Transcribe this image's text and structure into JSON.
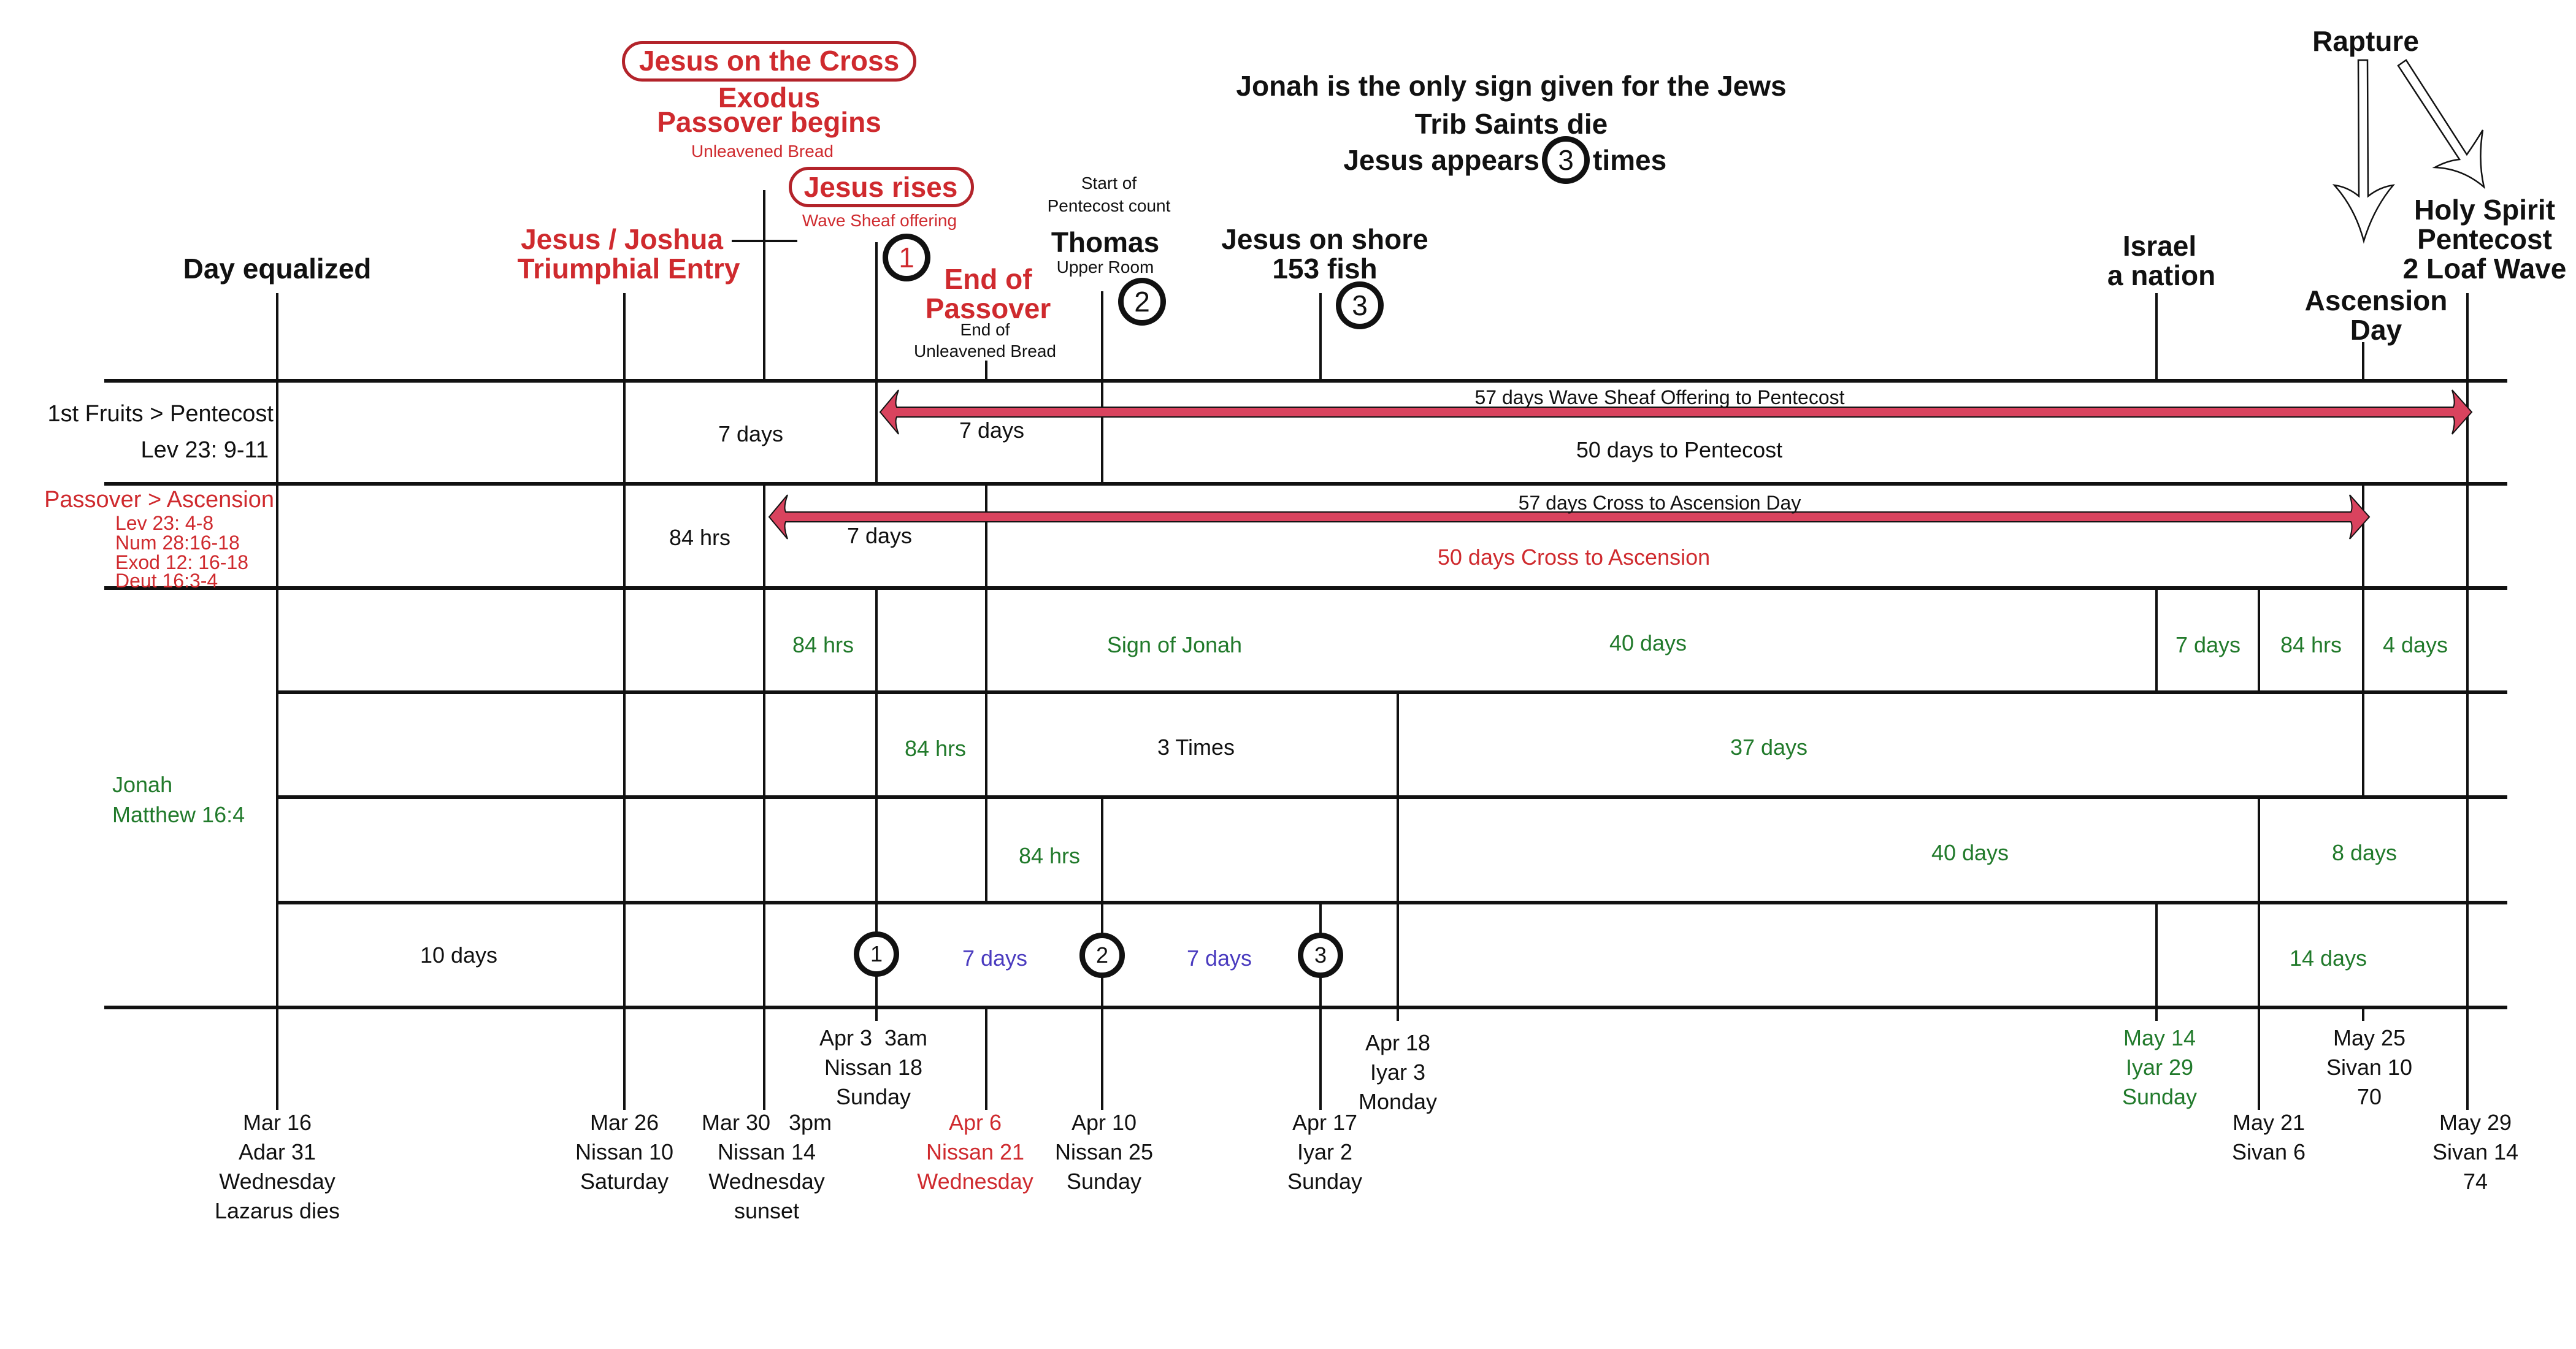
{
  "colors": {
    "red": "#cf2a2e",
    "green": "#217a2b",
    "purple": "#4a3bbf",
    "arrow_fill": "#d9435e",
    "line": "#111111"
  },
  "header": {
    "day_equalized": "Day equalized",
    "triumphal_line1": "Jesus  / Joshua",
    "triumphal_line2": "Triumphial Entry",
    "cross_pill": "Jesus on the Cross",
    "exodus": "Exodus",
    "passover_begins": "Passover begins",
    "unleavened_bread": "Unleavened Bread",
    "rises_pill": "Jesus rises",
    "wave_sheaf": "Wave Sheaf offering",
    "appearance1_number": "1",
    "end_of_passover_line1": "End of",
    "end_of_passover_line2": "Passover",
    "end_of_ub_line1": "End of",
    "end_of_ub_line2": "Unleavened Bread",
    "start_of": "Start of",
    "pentecost_count": "Pentecost count",
    "thomas": "Thomas",
    "upper_room": "Upper Room",
    "appearance2_number": "2",
    "jonah_sign": "Jonah is the only sign given for the Jews",
    "trib_saints": "Trib Saints die",
    "jesus_appears": "Jesus appears",
    "appears_number": "3",
    "times": "times",
    "shore_line1": "Jesus on shore",
    "shore_line2": "153 fish",
    "appearance3_number": "3",
    "israel_line1": "Israel",
    "israel_line2": "a nation",
    "rapture": "Rapture",
    "ascension_line1": "Ascension",
    "ascension_line2": "Day",
    "holy_spirit": "Holy Spirit",
    "pentecost": "Pentecost",
    "two_loaf": "2 Loaf Wave"
  },
  "rows": {
    "firstfruits": {
      "title": "1st Fruits > Pentecost",
      "ref": "Lev 23: 9-11",
      "cells": {
        "seven_days_a": "7 days",
        "seven_days_b": "7 days",
        "arrow_label": "57 days Wave Sheaf Offering to Pentecost",
        "fifty_days": "50 days to Pentecost"
      }
    },
    "passover": {
      "title": "Passover > Ascension",
      "refs": [
        "Lev 23: 4-8",
        "Num 28:16-18",
        "Exod 12: 16-18",
        "Deut 16:3-4"
      ],
      "cells": {
        "hrs": "84 hrs",
        "seven_days": "7 days",
        "arrow_label": "57 days Cross to Ascension Day",
        "fifty_days": "50 days Cross to Ascension"
      }
    },
    "jonah": {
      "title": "Jonah",
      "ref": "Matthew 16:4",
      "row3": [
        "84 hrs",
        "Sign of Jonah",
        "40 days",
        "7 days",
        "84 hrs",
        "4 days"
      ],
      "row4": [
        "84 hrs",
        "3 Times",
        "37  days"
      ],
      "row5": [
        "84 hrs",
        "40 days",
        "8 days"
      ],
      "row6": {
        "ten_days": "10 days",
        "circle1": "1",
        "seven_a": "7 days",
        "circle2": "2",
        "seven_b": "7 days",
        "circle3": "3",
        "fourteen": "14 days"
      }
    }
  },
  "dates": {
    "mar16": [
      "Mar 16",
      "Adar 31",
      "Wednesday",
      "Lazarus dies"
    ],
    "mar26": [
      "Mar 26",
      "Nissan 10",
      "Saturday"
    ],
    "mar30": [
      "Mar 30   3pm",
      "Nissan 14",
      "Wednesday",
      "sunset"
    ],
    "apr3": [
      "Apr 3  3am",
      "Nissan 18",
      "Sunday"
    ],
    "apr6": [
      "Apr 6",
      "Nissan 21",
      "Wednesday"
    ],
    "apr10": [
      "Apr 10",
      "Nissan 25",
      "Sunday"
    ],
    "apr17": [
      "Apr 17",
      "Iyar 2",
      "Sunday"
    ],
    "apr18": [
      "Apr 18",
      "Iyar 3",
      "Monday"
    ],
    "may14": [
      "May 14",
      "Iyar 29",
      "Sunday"
    ],
    "may21": [
      "May 21",
      "Sivan 6"
    ],
    "may25": [
      "May 25",
      "Sivan 10",
      "70"
    ],
    "may29": [
      "May 29",
      "Sivan 14",
      "74"
    ]
  }
}
